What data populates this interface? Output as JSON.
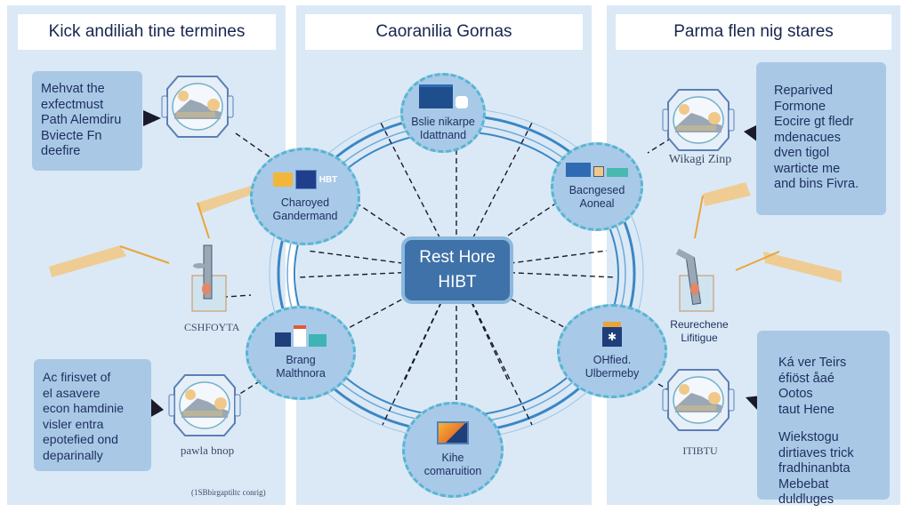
{
  "panels": {
    "left": {
      "title": "Kick andiliah tine termines",
      "top_box": [
        "Mehvat the",
        "exfectmust",
        "Path Alemdiru",
        "Bviecte Fn",
        "deefire"
      ],
      "bottom_box": [
        "Ac firisvet of",
        "el asavere",
        "econ hamdinie",
        "visler entra",
        "epotefied ond",
        "deparinally"
      ],
      "device_label": "CSHFOYTA",
      "watch_label": "pawla bnop",
      "footer": "(1SBbirgaptiltc conrig)"
    },
    "middle": {
      "title": "Caoranilia Gornas",
      "hub": {
        "line1": "Rest Hore",
        "line2": "HIBT"
      },
      "nodes": [
        {
          "id": "top",
          "line1": "Bslie nikarpe",
          "line2": "Idattnand"
        },
        {
          "id": "upper-left",
          "line1": "Charoyed",
          "line2": "Gandermand",
          "icon_text": "HBT"
        },
        {
          "id": "upper-right",
          "line1": "Bacngesed",
          "line2": "Aoneal"
        },
        {
          "id": "lower-left",
          "line1": "Brang",
          "line2": "Malthnora"
        },
        {
          "id": "lower-right",
          "line1": "OHfied.",
          "line2": "Ulbermeby"
        },
        {
          "id": "bottom",
          "line1": "Kihe",
          "line2": "comaruition"
        }
      ]
    },
    "right": {
      "title": "Parma flen nig stares",
      "top_box": [
        "Reparived",
        "Formone",
        "Eocire gt fledr",
        "mdenacues",
        "dven tigol",
        "warticte me",
        "and bins Fivra."
      ],
      "bottom_box_a": [
        "Ká ver Teirs",
        "éfiöst åaé Ootos",
        "taut Hene"
      ],
      "bottom_box_b": [
        "Wiekstogu",
        "dirtiaves trick",
        "fradhinanbta",
        "Mebebat",
        "duldluges"
      ],
      "watch_label_top": "Wikagi Zinp",
      "device_label": [
        "Reurechene",
        "Lifitigue"
      ],
      "watch_label_bottom": "ITIBTU"
    }
  },
  "colors": {
    "panel_bg": "#dbe9f6",
    "box_bg": "#a9c8e6",
    "node_bg": "#a8c9e8",
    "hub_bg": "#3f72a8",
    "accent_orange": "#e9a53a",
    "ring_blue": "#3b86c4"
  }
}
